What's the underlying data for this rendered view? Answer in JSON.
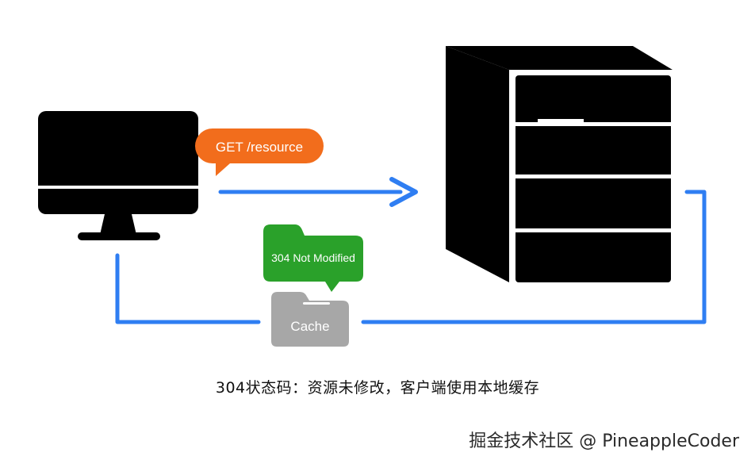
{
  "request": {
    "label": "GET /resource",
    "color": "#f26d1c"
  },
  "response": {
    "label": "304 Not Modified",
    "color": "#2aa12a"
  },
  "cache": {
    "label": "Cache",
    "color": "#a7a7a7"
  },
  "arrow_color": "#2f7ef2",
  "caption": "304状态码：资源未修改，客户端使用本地缓存",
  "watermark": "掘金技术社区 @ PineappleCoder",
  "icons": {
    "client": "computer-monitor-icon",
    "server": "server-rack-icon",
    "cache": "folder-icon"
  }
}
